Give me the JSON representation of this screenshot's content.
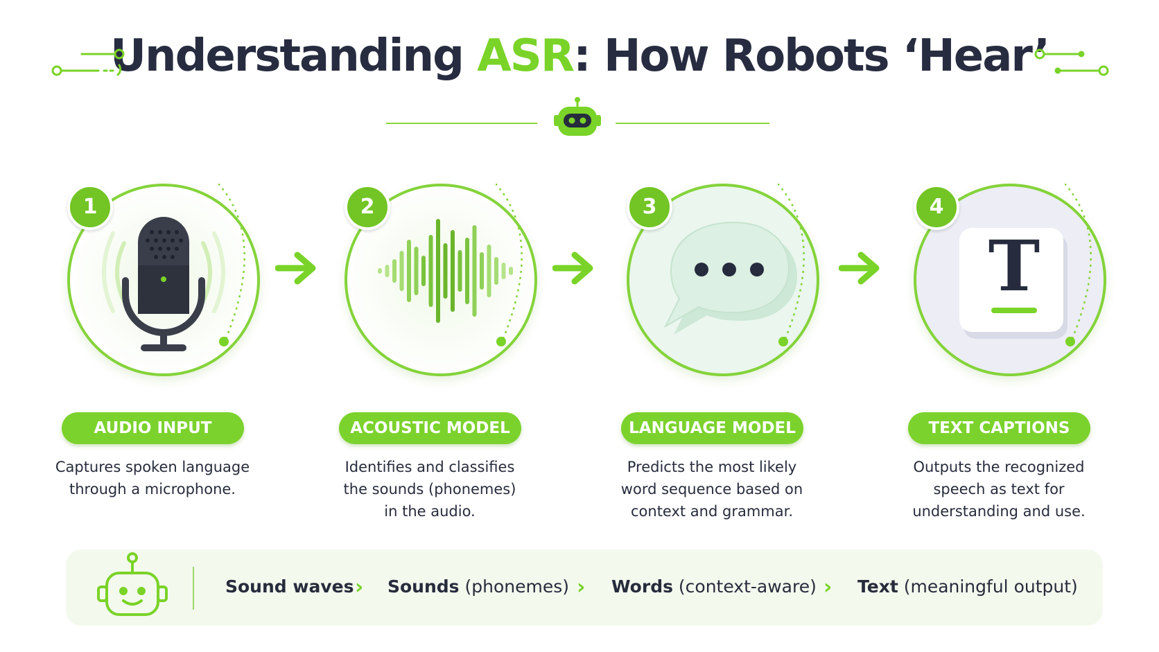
{
  "title": {
    "part1": "Understanding ",
    "accent": "ASR",
    "part2": ": How Robots ‘Hear’"
  },
  "colors": {
    "accent": "#7ad328",
    "dark": "#272c40",
    "pill": "#7bd22c"
  },
  "steps": [
    {
      "number": "1",
      "label": "AUDIO INPUT",
      "desc": [
        "Captures spoken language",
        "through a microphone."
      ],
      "icon": "microphone-icon"
    },
    {
      "number": "2",
      "label": "ACOUSTIC MODEL",
      "desc": [
        "Identifies and classifies",
        "the sounds (phonemes)",
        "in the audio."
      ],
      "icon": "sound-wave-icon"
    },
    {
      "number": "3",
      "label": "LANGUAGE MODEL",
      "desc": [
        "Predicts the most likely",
        "word sequence based on",
        "context and grammar."
      ],
      "icon": "chat-bubble-icon"
    },
    {
      "number": "4",
      "label": "TEXT CAPTIONS",
      "desc": [
        "Outputs the recognized",
        "speech as text for",
        "understanding and use."
      ],
      "icon": "text-icon"
    }
  ],
  "text_icon_glyph": "T",
  "bottom_flow": [
    {
      "bold": "Sound waves",
      "rest": ""
    },
    {
      "bold": "Sounds",
      "rest": " (phonemes)"
    },
    {
      "bold": "Words",
      "rest": " (context-aware)"
    },
    {
      "bold": "Text",
      "rest": " (meaningful output)"
    }
  ]
}
